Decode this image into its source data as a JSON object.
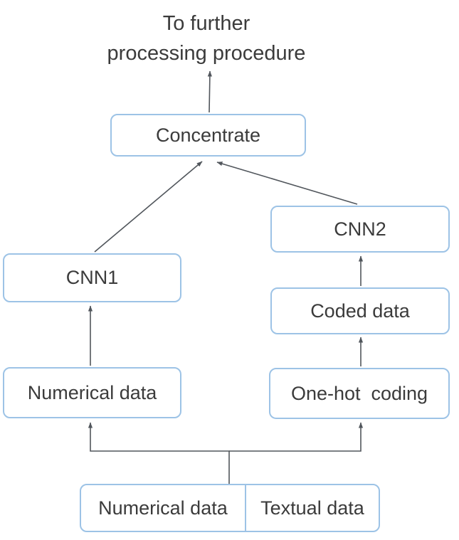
{
  "colors": {
    "box_border": "#9dc3e6",
    "box_fill": "#ffffff",
    "text": "#3b3b3b",
    "arrow": "#51565c"
  },
  "title": {
    "line1": "To further",
    "line2": "processing procedure"
  },
  "nodes": {
    "concentrate": {
      "label": "Concentrate"
    },
    "cnn1": {
      "label": "CNN1"
    },
    "cnn2": {
      "label": "CNN2"
    },
    "coded_data": {
      "label": "Coded data"
    },
    "numerical_data": {
      "label": "Numerical data"
    },
    "one_hot_coding": {
      "label": "One-hot  coding"
    },
    "input_numerical": {
      "label": "Numerical data"
    },
    "input_textual": {
      "label": "Textual data"
    }
  }
}
